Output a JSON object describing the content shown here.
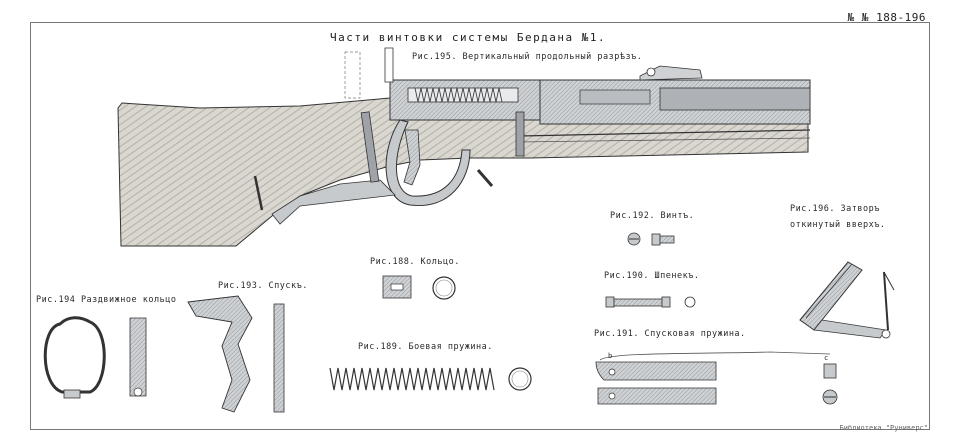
{
  "plate": {
    "number": "№ № 188-196",
    "title": "Части винтовки системы Бердана №1.",
    "library": "Библиотека \"Руниверс\""
  },
  "figures": {
    "fig195": "Рис.195. Вертикальный продольный разрѣзъ.",
    "fig196_line1": "Рис.196. Затворъ",
    "fig196_line2": "откинутый вверхъ.",
    "fig192": "Рис.192. Винтъ.",
    "fig190": "Рис.190. Шпенекъ.",
    "fig191": "Рис.191. Спусковая пружина.",
    "fig188": "Рис.188. Кольцо.",
    "fig189": "Рис.189. Боевая пружина.",
    "fig194": "Рис.194 Раздвижное кольцо",
    "fig193": "Рис.193. Спускъ."
  },
  "callouts": {
    "b": "b",
    "c": "c"
  },
  "colors": {
    "wood": "#d9d6cf",
    "wood_grain": "#a7a39a",
    "metal": "#c7cacd",
    "metal_dark": "#6f7378",
    "line": "#333333"
  }
}
